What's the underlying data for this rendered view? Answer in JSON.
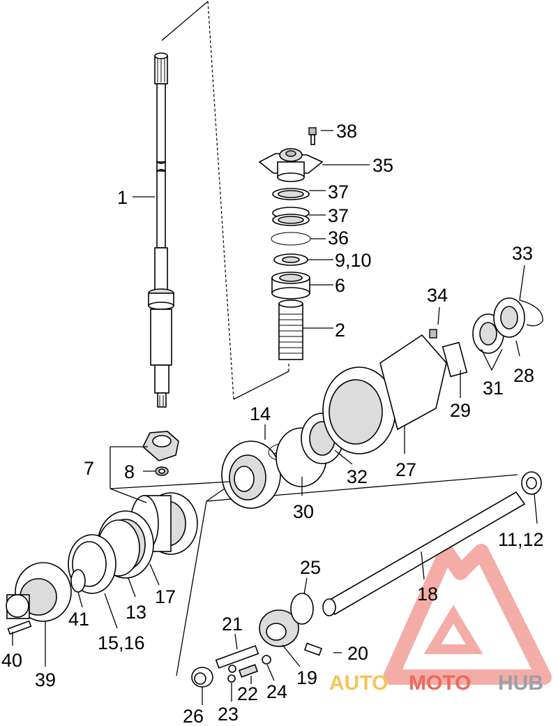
{
  "labels": {
    "p1": "1",
    "p2": "2",
    "p6": "6",
    "p7": "7",
    "p8": "8",
    "p9_10": "9,10",
    "p11_12": "11,12",
    "p13": "13",
    "p14": "14",
    "p15_16": "15,16",
    "p17": "17",
    "p18": "18",
    "p19": "19",
    "p20": "20",
    "p21": "21",
    "p22": "22",
    "p23": "23",
    "p24": "24",
    "p25": "25",
    "p26": "26",
    "p27": "27",
    "p28": "28",
    "p29": "29",
    "p30": "30",
    "p31": "31",
    "p32": "32",
    "p33": "33",
    "p34": "34",
    "p35": "35",
    "p36": "36",
    "p37a": "37",
    "p37b": "37",
    "p38": "38",
    "p39": "39",
    "p40": "40",
    "p41": "41"
  },
  "watermark": {
    "auto": "AUTO",
    "moto": "MOTO",
    "hub": "HUB",
    "colors": {
      "auto": "#f7c35a",
      "moto": "#ec6a5e",
      "hub": "#9aa0a6",
      "triangle": "#ec6a5e"
    }
  }
}
